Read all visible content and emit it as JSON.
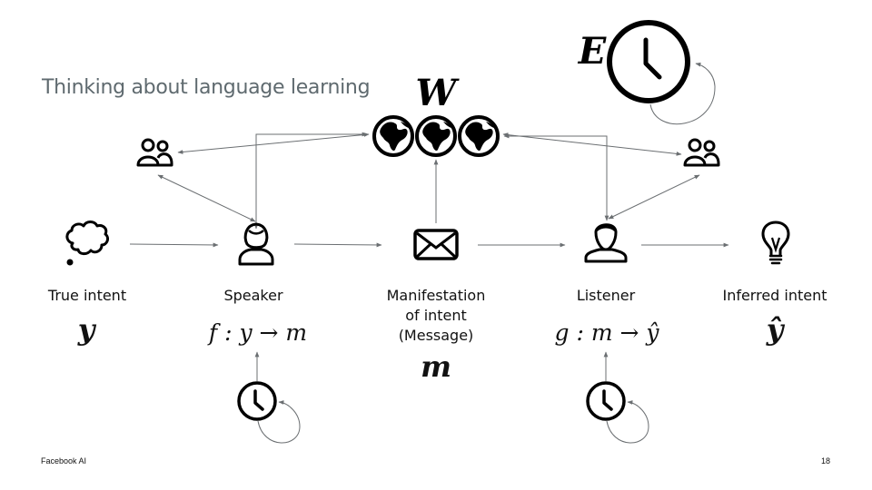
{
  "slide": {
    "title": "Thinking about language learning",
    "footer_left": "Facebook AI",
    "page_number": "18"
  },
  "symbols": {
    "world": "W",
    "environment": "E"
  },
  "nodes": [
    {
      "id": "true-intent",
      "icon": "thought-bubble-icon",
      "label": "True intent",
      "math": "y"
    },
    {
      "id": "speaker",
      "icon": "speaker-person-icon",
      "label": "Speaker",
      "math": "f : y → m"
    },
    {
      "id": "message",
      "icon": "envelope-icon",
      "label_lines": [
        "Manifestation",
        "of intent",
        "(Message)"
      ],
      "math": "m"
    },
    {
      "id": "listener",
      "icon": "listener-person-icon",
      "label": "Listener",
      "math": "g : m → ŷ"
    },
    {
      "id": "inferred-intent",
      "icon": "lightbulb-icon",
      "label": "Inferred intent",
      "math": "ŷ"
    }
  ],
  "colors": {
    "arrow": "#6b6f72",
    "icon": "#000000",
    "title": "#5f6a6f"
  }
}
